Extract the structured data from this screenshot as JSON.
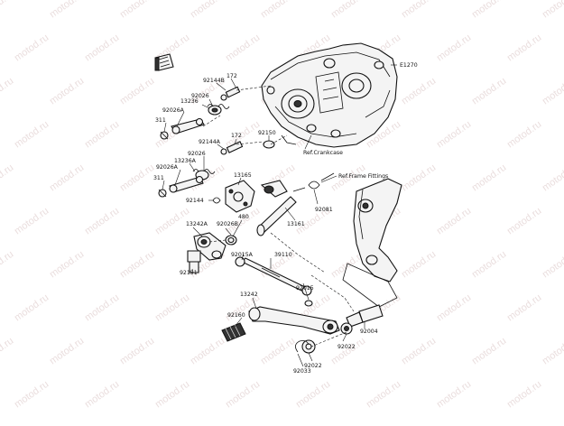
{
  "diagram": {
    "code": "E1270",
    "watermark": "motod.ru",
    "references": {
      "crankcase": "Ref.Crankcase",
      "frame": "Ref.Frame Fittings"
    },
    "parts": {
      "p92144B": "92144B",
      "p172_a": "172",
      "p92026_a": "92026",
      "p13236": "13236",
      "p92026A_a": "92026A",
      "p311_a": "311",
      "p92144A": "92144A",
      "p172_b": "172",
      "p92150": "92150",
      "p92026_b": "92026",
      "p13236A": "13236A",
      "p92026A_b": "92026A",
      "p13165": "13165",
      "p311_b": "311",
      "p92144": "92144",
      "p13161": "13161",
      "p92081": "92081",
      "p13242A": "13242A",
      "p92026B": "92026B",
      "p480": "480",
      "p92015A": "92015A",
      "p39110": "39110",
      "p92151": "92151",
      "p92015": "92015",
      "p13242": "13242",
      "p92160": "92160",
      "p92022_a": "92022",
      "p92004": "92004",
      "p92022_b": "92022",
      "p92033": "92033"
    }
  }
}
